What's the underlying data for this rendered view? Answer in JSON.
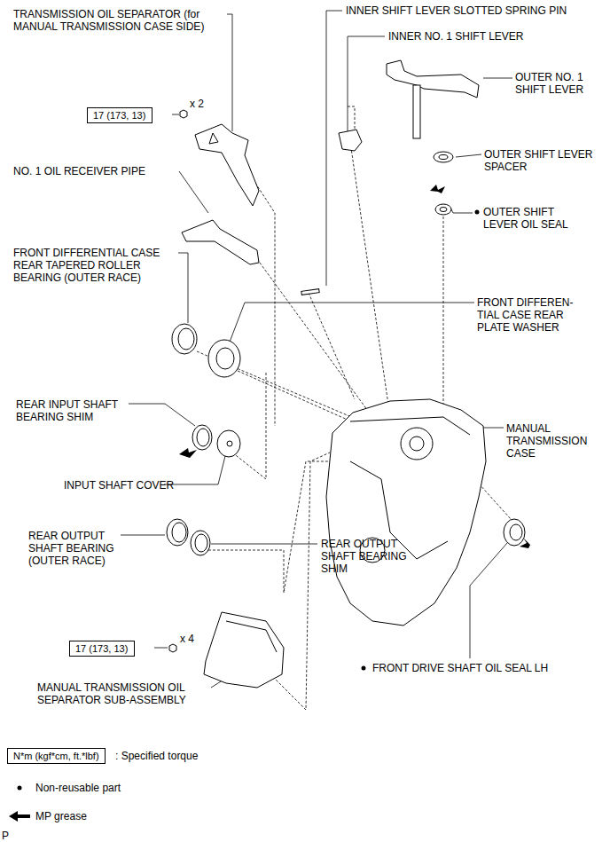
{
  "diagram": {
    "nodes": [
      {
        "text": [
          "17 (173, 13)"
        ]
      },
      {
        "text": [
          "17 (173, 13)"
        ]
      },
      {
        "text": [
          "N*m (kgf*cm, ft.*lbf)"
        ]
      }
    ],
    "labels": [
      "TRANSMISSION OIL SEPARATOR (for MANUAL TRANSMISSION CASE SIDE)",
      "INNER SHIFT LEVER SLOTTED SPRING PIN",
      "INNER NO. 1 SHIFT LEVER",
      "OUTER NO. 1 SHIFT LEVER",
      "x 2",
      "OUTER SHIFT LEVER SPACER",
      "NO. 1 OIL RECEIVER PIPE",
      "OUTER SHIFT LEVER OIL SEAL",
      "FRONT DIFFERENTIAL CASE REAR TAPERED ROLLER BEARING (OUTER RACE)",
      "FRONT DIFFEREN- TIAL CASE REAR PLATE WASHER",
      "REAR INPUT SHAFT BEARING SHIM",
      "MANUAL TRANSMISSION CASE",
      "INPUT SHAFT COVER",
      "REAR OUTPUT SHAFT BEARING (OUTER RACE)",
      "REAR OUTPUT SHAFT BEARING SHIM",
      "x 4",
      "FRONT DRIVE SHAFT OIL SEAL LH",
      "MANUAL TRANSMISSION OIL SEPARATOR SUB-ASSEMBLY",
      "P"
    ],
    "legend": [
      {
        "text": ": Specified torque"
      },
      {
        "text": "Non-reusable part"
      },
      {
        "text": "MP grease"
      }
    ]
  }
}
